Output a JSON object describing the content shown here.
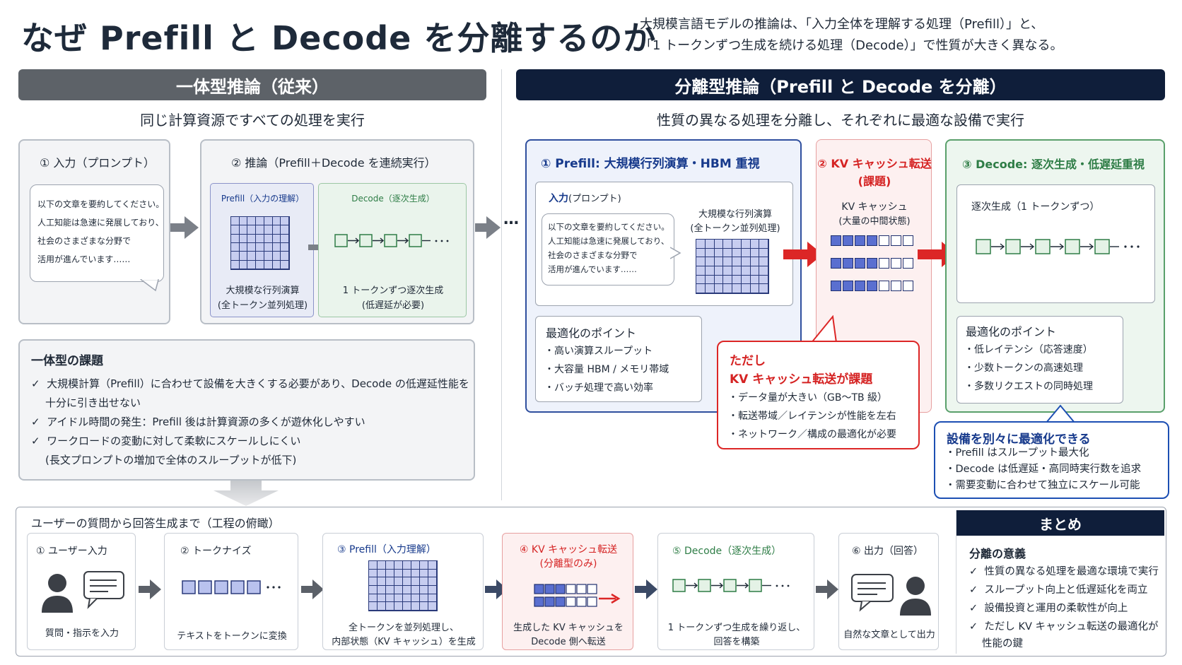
{
  "header": {
    "title": "なぜ Prefill と Decode を分離するのか",
    "subtitle_line1": "大規模言語モデルの推論は、「入力全体を理解する処理（Prefill）」と、",
    "subtitle_line2": "「1 トークンずつ生成を続ける処理（Decode）」で性質が大きく異なる。"
  },
  "left": {
    "band": "一体型推論（従来）",
    "caption": "同じ計算資源ですべての処理を実行",
    "input_title": "① 入力（プロンプト）",
    "prompt_lines": [
      "以下の文章を要約してください。",
      "人工知能は急速に発展しており、",
      "社会のさまざまな分野で",
      "活用が進んでいます……"
    ],
    "infer_title": "② 推論（Prefill＋Decode を連続実行）",
    "prefill_label": "Prefill（入力の理解）",
    "prefill_desc1": "大規模な行列演算",
    "prefill_desc2": "(全トークン並列処理)",
    "decode_label": "Decode（逐次生成）",
    "decode_desc1": "1 トークンずつ逐次生成",
    "decode_desc2": "(低遅延が必要)",
    "ellipsis": "…",
    "issues_title": "一体型の課題",
    "issues": [
      "大規模計算（Prefill）に合わせて設備を大きくする必要があり、Decode の低遅延性能を",
      "十分に引き出せない",
      "アイドル時間の発生：Prefill 後は計算資源の多くが遊休化しやすい",
      "ワークロードの変動に対して柔軟にスケールしにくい",
      "(長文プロンプトの増加で全体のスループットが低下)"
    ]
  },
  "right": {
    "band": "分離型推論（Prefill と Decode を分離）",
    "caption": "性質の異なる処理を分離し、それぞれに最適な設備で実行",
    "connector": "…",
    "prefill": {
      "title": "① Prefill: 大規模行列演算・HBM 重視",
      "input_label": "入力",
      "input_label2": "(プロンプト)",
      "prompt_lines": [
        "以下の文章を要約してください。",
        "人工知能は急速に発展しており、",
        "社会のさまざまな分野で",
        "活用が進んでいます……"
      ],
      "matrix_label1": "大規模な行列演算",
      "matrix_label2": "(全トークン並列処理)",
      "opt_title": "最適化のポイント",
      "opt_items": [
        "・高い演算スループット",
        "・大容量 HBM / メモリ帯域",
        "・バッチ処理で高い効率"
      ]
    },
    "kv": {
      "title1": "② KV キャッシュ転送",
      "title2": "(課題)",
      "label1": "KV キャッシュ",
      "label2": "(大量の中間状態)"
    },
    "decode": {
      "title": "③ Decode: 逐次生成・低遅延重視",
      "seq_label": "逐次生成（1 トークンずつ）",
      "opt_title": "最適化のポイント",
      "opt_items": [
        "・低レイテンシ（応答速度）",
        "・少数トークンの高速処理",
        "・多数リクエストの同時処理"
      ]
    },
    "caveat": {
      "title1": "ただし",
      "title2": "KV キャッシュ転送が課題",
      "items": [
        "・データ量が大きい（GB〜TB 級）",
        "・転送帯域／レイテンシが性能を左右",
        "・ネットワーク／構成の最適化が必要"
      ]
    },
    "benefit": {
      "title": "設備を別々に最適化できる",
      "items": [
        "・Prefill はスループット最大化",
        "・Decode は低遅延・高同時実行数を追求",
        "・需要変動に合わせて独立にスケール可能"
      ]
    }
  },
  "flow": {
    "title": "ユーザーの質問から回答生成まで（工程の俯瞰）",
    "steps": [
      {
        "title": "① ユーザー入力",
        "desc1": "質問・指示を入力",
        "desc2": ""
      },
      {
        "title": "② トークナイズ",
        "desc1": "テキストをトークンに変換",
        "desc2": ""
      },
      {
        "title": "③ Prefill（入力理解）",
        "desc1": "全トークンを並列処理し、",
        "desc2": "内部状態（KV キャッシュ）を生成"
      },
      {
        "title": "④ KV キャッシュ転送",
        "title2": "(分離型のみ)",
        "desc1": "生成した KV キャッシュを",
        "desc2": "Decode 側へ転送"
      },
      {
        "title": "⑤ Decode（逐次生成）",
        "desc1": "1 トークンずつ生成を繰り返し、",
        "desc2": "回答を構築"
      },
      {
        "title": "⑥ 出力（回答）",
        "desc1": "自然な文章として出力",
        "desc2": ""
      }
    ]
  },
  "summary": {
    "band": "まとめ",
    "title": "分離の意義",
    "items": [
      "性質の異なる処理を最適な環境で実行",
      "スループット向上と低遅延化を両立",
      "設備投資と運用の柔軟性が向上",
      "ただし KV キャッシュ転送の最適化が"
    ],
    "item_tail": "性能の鍵",
    "check": "✓"
  },
  "colors": {
    "navy": "#0f1e3a",
    "gray_band": "#5d6268",
    "red": "#d52323",
    "green": "#2e7d46",
    "blue": "#173a8c"
  }
}
